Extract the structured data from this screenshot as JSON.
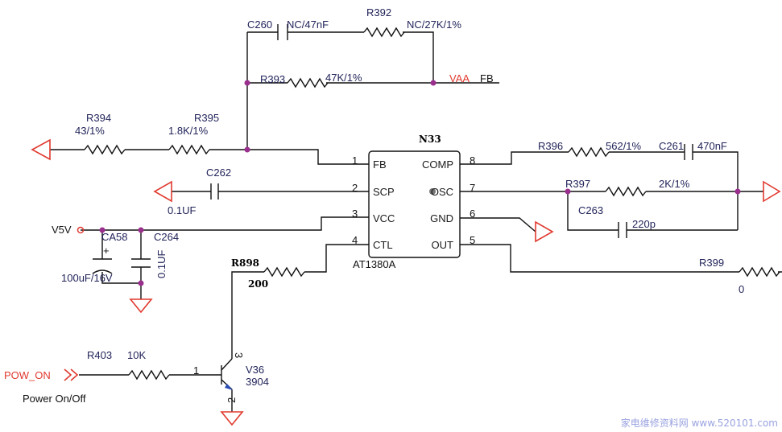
{
  "ic": {
    "ref": "N33",
    "part": "AT1380A",
    "pins_left": [
      {
        "num": "1",
        "name": "FB"
      },
      {
        "num": "2",
        "name": "SCP"
      },
      {
        "num": "3",
        "name": "VCC"
      },
      {
        "num": "4",
        "name": "CTL"
      }
    ],
    "pins_right": [
      {
        "num": "8",
        "name": "COMP"
      },
      {
        "num": "7",
        "name": "OSC"
      },
      {
        "num": "6",
        "name": "GND"
      },
      {
        "num": "5",
        "name": "OUT"
      }
    ]
  },
  "components": {
    "c260": {
      "ref": "C260",
      "value": "NC/47nF"
    },
    "r392": {
      "ref": "R392",
      "value": "NC/27K/1%"
    },
    "r393": {
      "ref": "R393",
      "value": "47K/1%"
    },
    "r394": {
      "ref": "R394",
      "value": "43/1%"
    },
    "r395": {
      "ref": "R395",
      "value": "1.8K/1%"
    },
    "c262": {
      "ref": "C262",
      "value": "0.1UF"
    },
    "r396": {
      "ref": "R396",
      "value": "562/1%"
    },
    "c261": {
      "ref": "C261",
      "value": "470nF"
    },
    "r397": {
      "ref": "R397",
      "value": "2K/1%"
    },
    "c263": {
      "ref": "C263",
      "value": "220p"
    },
    "ca58": {
      "ref": "CA58",
      "value": "100uF/16V",
      "polarity": "+"
    },
    "c264": {
      "ref": "C264",
      "value": "0.1UF"
    },
    "r898": {
      "ref": "R898",
      "value": "200"
    },
    "r399": {
      "ref": "R399",
      "value": "0"
    },
    "r403": {
      "ref": "R403",
      "value": "10K"
    },
    "v36": {
      "ref": "V36",
      "value": "3904",
      "pin_base": "1",
      "pin_collector": "3",
      "pin_emitter": "2"
    }
  },
  "nets": {
    "vaa": "VAA",
    "fb": "FB",
    "v5v": "V5V",
    "pow_on": "POW_ON",
    "pow_desc": "Power On/Off"
  },
  "watermark": "家电维修资料网 www.520101.com",
  "colors": {
    "wire": "#111111",
    "net_label": "#e03a2f",
    "junction": "#9a2f8e",
    "text": "#22245a"
  }
}
